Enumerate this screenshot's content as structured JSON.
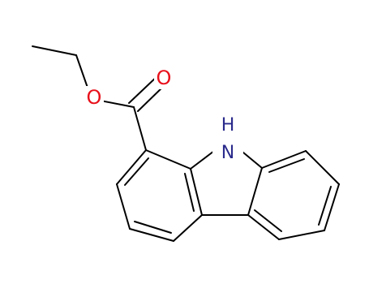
{
  "molecule": {
    "atom_labels": {
      "oxygen_ester": "O",
      "oxygen_carbonyl": "O",
      "nitrogen": "H N"
    },
    "colors": {
      "bond": "#000000",
      "oxygen": "#e8101a",
      "nitrogen": "#2a2a8c",
      "background": "#ffffff"
    }
  }
}
